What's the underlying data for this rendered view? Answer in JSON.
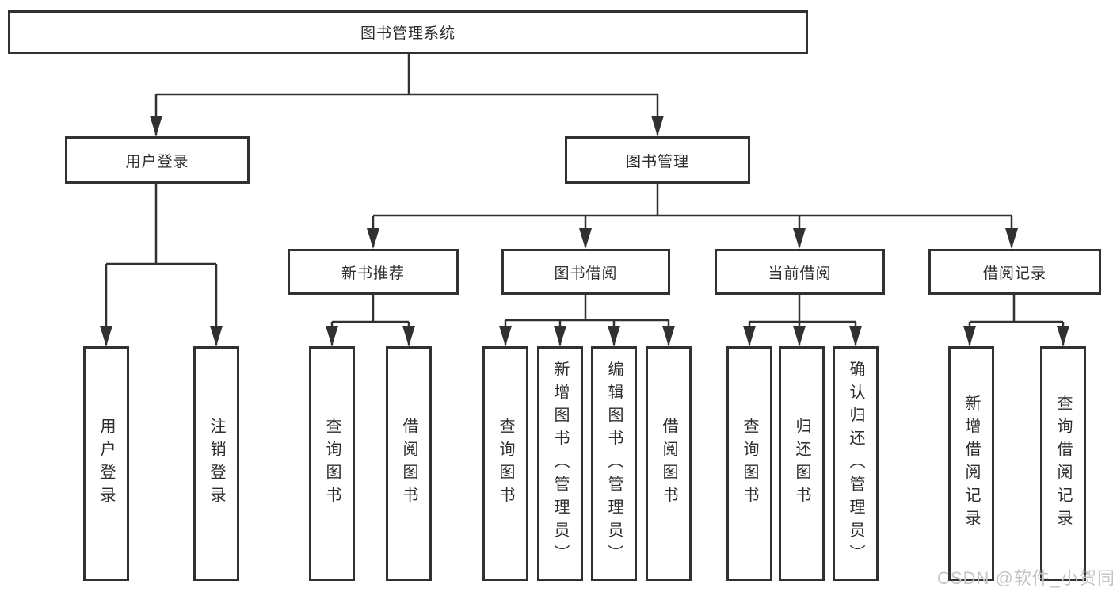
{
  "colors": {
    "line": "#313131",
    "box_border": "#313131",
    "text": "#2d2d2d",
    "box_background": "#ffffff",
    "page_background": "#ffffff",
    "watermark": "#c4c4c4"
  },
  "watermark": {
    "text": "CSDN @软件_小贺同学"
  },
  "nodes": {
    "root": {
      "label": "图书管理系统"
    },
    "user_login": {
      "label": "用户登录"
    },
    "book_management": {
      "label": "图书管理"
    },
    "new_book_recommend": {
      "label": "新书推荐"
    },
    "book_borrow": {
      "label": "图书借阅"
    },
    "current_borrow": {
      "label": "当前借阅"
    },
    "borrow_record": {
      "label": "借阅记录"
    },
    "leaf_user_login": {
      "label": "用户登录"
    },
    "leaf_logout": {
      "label": "注销登录"
    },
    "leaf_query_book_a": {
      "label": "查询图书"
    },
    "leaf_borrow_book_a": {
      "label": "借阅图书"
    },
    "leaf_query_book_b": {
      "label": "查询图书"
    },
    "leaf_add_book": {
      "label": "新增图书（管理员）"
    },
    "leaf_edit_book": {
      "label": "编辑图书（管理员）"
    },
    "leaf_borrow_book_b": {
      "label": "借阅图书"
    },
    "leaf_query_book_c": {
      "label": "查询图书"
    },
    "leaf_return_book": {
      "label": "归还图书"
    },
    "leaf_confirm_return": {
      "label": "确认归还（管理员）"
    },
    "leaf_add_borrow_record": {
      "label": "新增借阅记录"
    },
    "leaf_query_borrow_record": {
      "label": "查询借阅记录"
    }
  },
  "hierarchy": {
    "图书管理系统": [
      "用户登录",
      "图书管理"
    ],
    "用户登录": [
      "用户登录",
      "注销登录"
    ],
    "图书管理": [
      "新书推荐",
      "图书借阅",
      "当前借阅",
      "借阅记录"
    ],
    "新书推荐": [
      "查询图书",
      "借阅图书"
    ],
    "图书借阅": [
      "查询图书",
      "新增图书（管理员）",
      "编辑图书（管理员）",
      "借阅图书"
    ],
    "当前借阅": [
      "查询图书",
      "归还图书",
      "确认归还（管理员）"
    ],
    "借阅记录": [
      "新增借阅记录",
      "查询借阅记录"
    ]
  }
}
